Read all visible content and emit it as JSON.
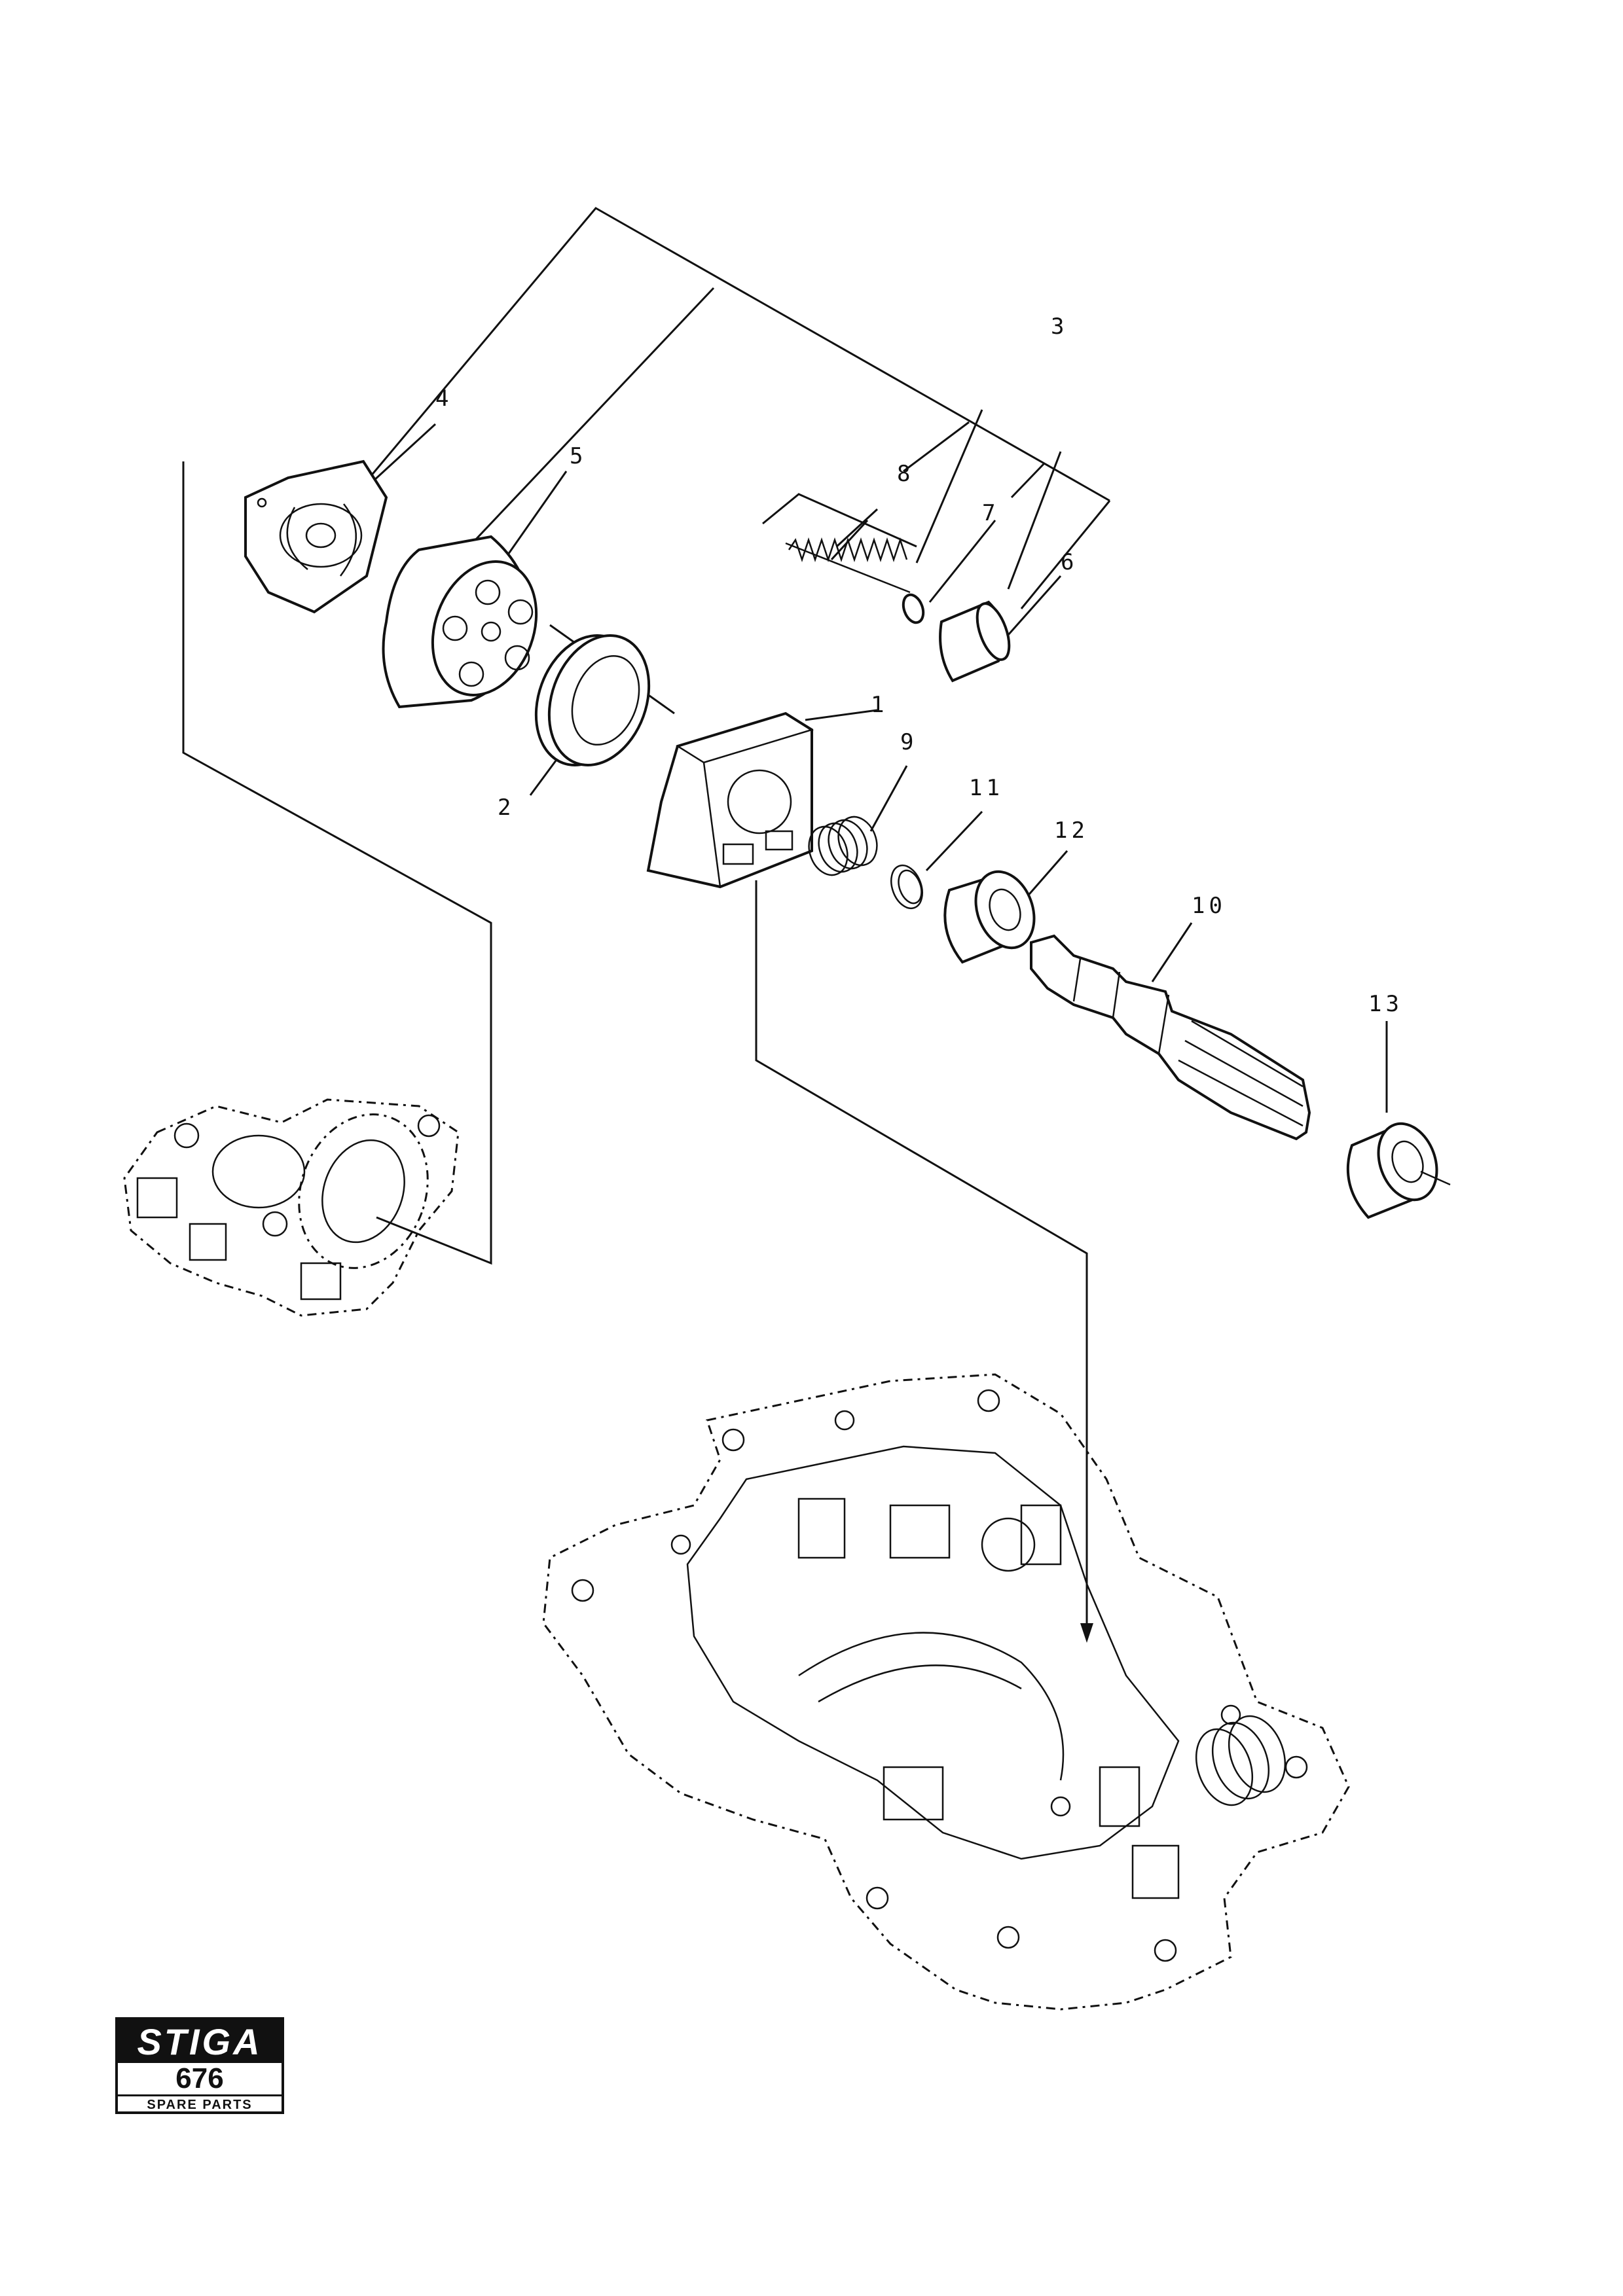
{
  "callouts": {
    "c1": "1",
    "c2": "2",
    "c3": "3",
    "c4": "4",
    "c5": "5",
    "c6": "6",
    "c7": "7",
    "c8": "8",
    "c9": "9",
    "c10": "10",
    "c11": "11",
    "c12": "12",
    "c13": "13"
  },
  "logo": {
    "brand": "STIGA",
    "model": "676",
    "subtitle": "SPARE PARTS"
  }
}
